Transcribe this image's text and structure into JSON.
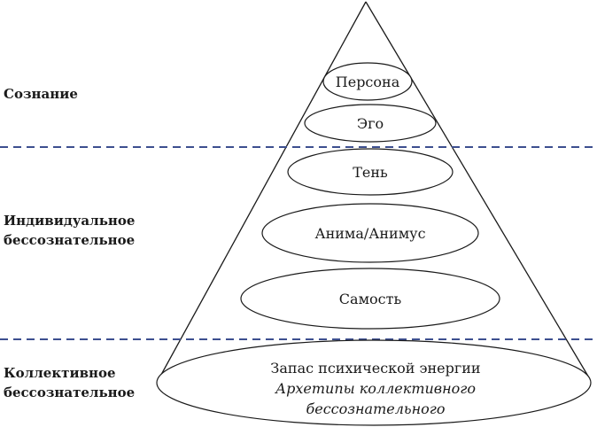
{
  "levels": {
    "consciousness": "Сознание",
    "individual_line1": "Индивидуальное",
    "individual_line2": "бессознательное",
    "collective_line1": "Коллективное",
    "collective_line2": "бессознательное"
  },
  "layers": {
    "persona": "Персона",
    "ego": "Эго",
    "shadow": "Тень",
    "anima_animus": "Анима/Анимус",
    "self": "Самость",
    "base_line1": "Запас психической энергии",
    "base_line2": "Архетипы коллективного",
    "base_line3": "бессознательного"
  },
  "colors": {
    "divider": "#3d4f8f",
    "outline": "#1a1a1a"
  }
}
